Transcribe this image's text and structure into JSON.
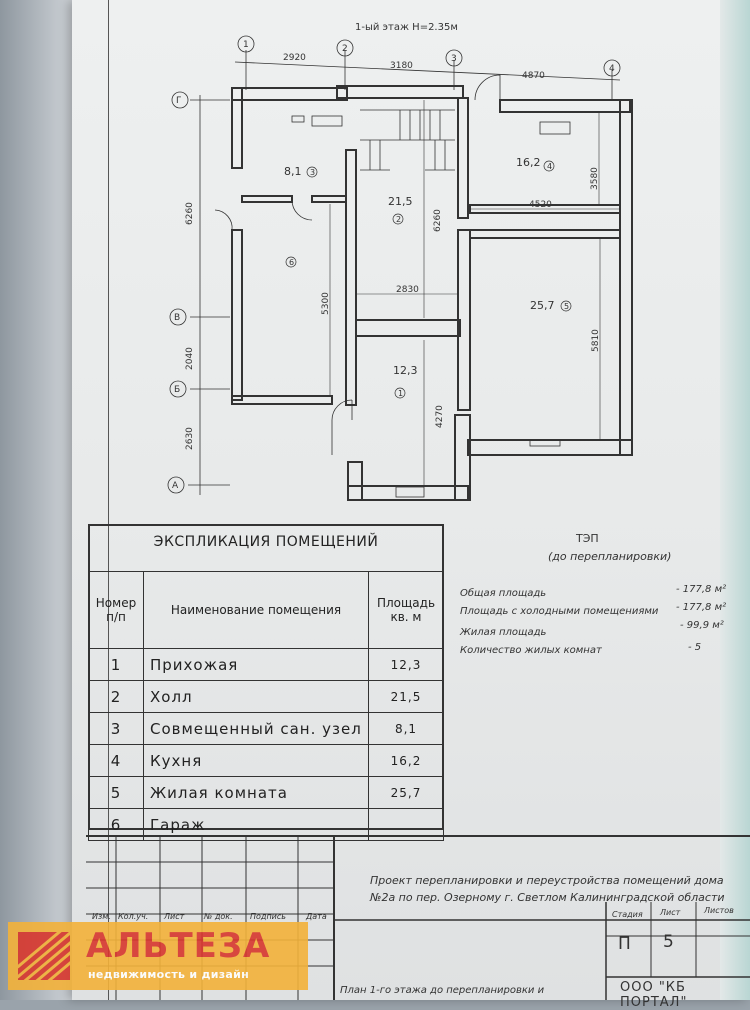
{
  "plan": {
    "title": "1-ый этаж  Н=2.35м",
    "axes_top": [
      "1",
      "2",
      "3",
      "4"
    ],
    "axes_left": [
      "Г",
      "В",
      "Б",
      "А"
    ],
    "dims_top": [
      "2920",
      "3180",
      "4870"
    ],
    "dims_left": [
      "6260",
      "2040",
      "2630"
    ],
    "dims_inner": [
      "5300",
      "6260",
      "2830",
      "4270",
      "3580",
      "4520",
      "5810"
    ],
    "rooms": [
      {
        "area": "8,1",
        "no": "3"
      },
      {
        "area": "21,5",
        "no": "2"
      },
      {
        "area": "16,2",
        "no": "4"
      },
      {
        "area": "",
        "no": "6"
      },
      {
        "area": "25,7",
        "no": "5"
      },
      {
        "area": "12,3",
        "no": "1"
      }
    ]
  },
  "explication": {
    "title": "ЭКСПЛИКАЦИЯ ПОМЕЩЕНИЙ",
    "headers": {
      "num": "Номер п/п",
      "name": "Наименование помещения",
      "area": "Площадь кв. м"
    },
    "rows": [
      {
        "num": "1",
        "name": "Прихожая",
        "area": "12,3"
      },
      {
        "num": "2",
        "name": "Холл",
        "area": "21,5"
      },
      {
        "num": "3",
        "name": "Совмещенный сан. узел",
        "area": "8,1"
      },
      {
        "num": "4",
        "name": "Кухня",
        "area": "16,2"
      },
      {
        "num": "5",
        "name": "Жилая комната",
        "area": "25,7"
      },
      {
        "num": "6",
        "name": "Гараж",
        "area": ""
      }
    ]
  },
  "tep": {
    "title": "ТЭП",
    "subtitle": "(до перепланировки)",
    "rows": [
      {
        "label": "Общая площадь",
        "value": "- 177,8 м²"
      },
      {
        "label": "Площадь с холодными помещениями",
        "value": "- 177,8 м²"
      },
      {
        "label": "Жилая площадь",
        "value": "- 99,9 м²"
      },
      {
        "label": "Количество жилых комнат",
        "value": "- 5"
      }
    ]
  },
  "stamp": {
    "project": "Проект перепланировки и переустройства помещений дома №2а по пер. Озерному г. Светлом Калининградской области",
    "labels": [
      "Изм.",
      "Кол.уч.",
      "Лист",
      "№ док.",
      "Подпись",
      "Дата"
    ],
    "stage_label": "Стадия",
    "sheet_label": "Лист",
    "sheets_label": "Листов",
    "stage": "П",
    "sheet": "5",
    "company": "ООО \"КБ ПОРТАЛ\"",
    "plan_caption": "План 1-го этажа до перепланировки и"
  },
  "logo": {
    "name": "АЛЬТЕЗА",
    "tagline": "недвижимость и дизайн"
  }
}
